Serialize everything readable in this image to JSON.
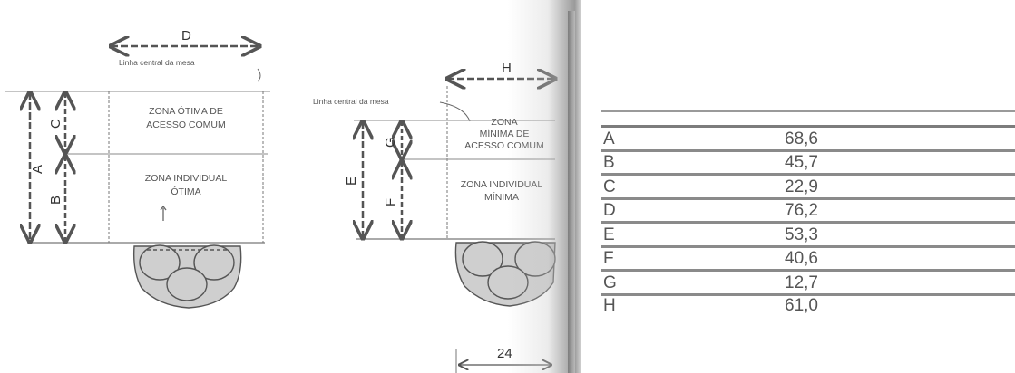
{
  "left_diagram": {
    "dim_D": "D",
    "centerline_note": "Linha central da mesa",
    "zone_upper_line1": "ZONA ÓTIMA DE",
    "zone_upper_line2": "ACESSO COMUM",
    "zone_lower_line1": "ZONA INDIVIDUAL",
    "zone_lower_line2": "ÓTIMA",
    "dim_A": "A",
    "dim_B": "B",
    "dim_C": "C"
  },
  "right_diagram": {
    "dim_H": "H",
    "centerline_note": "Linha central da mesa",
    "zone_upper_line1": "ZONA",
    "zone_upper_line2": "MÍNIMA DE",
    "zone_upper_line3": "ACESSO COMUM",
    "zone_lower_line1": "ZONA INDIVIDUAL",
    "zone_lower_line2": "MÍNIMA",
    "dim_E": "E",
    "dim_F": "F",
    "dim_G": "G",
    "dim_width": "24"
  },
  "dimensions_table": {
    "rows": [
      {
        "key": "A",
        "value": "68,6"
      },
      {
        "key": "B",
        "value": "45,7"
      },
      {
        "key": "C",
        "value": "22,9"
      },
      {
        "key": "D",
        "value": "76,2"
      },
      {
        "key": "E",
        "value": "53,3"
      },
      {
        "key": "F",
        "value": "40,6"
      },
      {
        "key": "G",
        "value": "12,7"
      },
      {
        "key": "H",
        "value": "61,0"
      }
    ]
  },
  "colors": {
    "ink": "#444444",
    "rule": "#8a8a8a",
    "chair_fill": "#cfcfcf"
  }
}
